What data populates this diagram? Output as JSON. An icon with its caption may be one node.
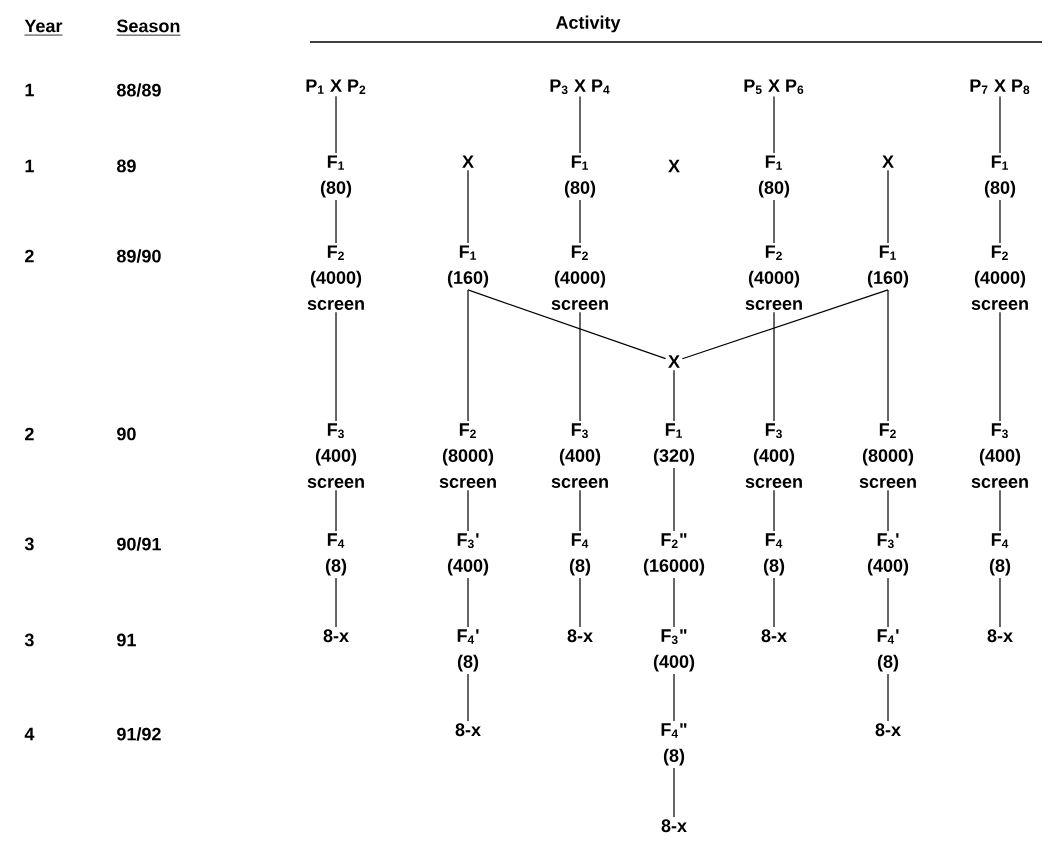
{
  "diagram": {
    "nodes": [
      {
        "text": [
          "P$_{1}$ X P$_{2}$"
        ]
      },
      {
        "text": [
          "P$_{3}$ X P$_{4}$"
        ]
      },
      {
        "text": [
          "P$_{5}$ X P$_{6}$"
        ]
      },
      {
        "text": [
          "P$_{7}$ X P$_{8}$"
        ]
      },
      {
        "text": [
          "F$_{1}$",
          "(80)"
        ]
      },
      {
        "text": [
          "X"
        ]
      },
      {
        "text": [
          "F$_{1}$",
          "(80)"
        ]
      },
      {
        "text": [
          "F$_{1}$",
          "(80)"
        ]
      },
      {
        "text": [
          "X"
        ]
      },
      {
        "text": [
          "F$_{1}$",
          "(80)"
        ]
      },
      {
        "text": [
          "F$_{2}$",
          "(4000)",
          "screen"
        ]
      },
      {
        "text": [
          "F$_{1}$",
          "(160)"
        ]
      },
      {
        "text": [
          "F$_{2}$",
          "(4000)",
          "screen"
        ]
      },
      {
        "text": [
          "F$_{2}$",
          "(4000)",
          "screen"
        ]
      },
      {
        "text": [
          "F$_{1}$",
          "(160)"
        ]
      },
      {
        "text": [
          "F$_{2}$",
          "(4000)",
          "screen"
        ]
      },
      {
        "text": [
          "X"
        ]
      },
      {
        "text": [
          "F$_{3}$",
          "(400)",
          "screen"
        ]
      },
      {
        "text": [
          "F$_{2}$",
          "(8000)",
          "screen"
        ]
      },
      {
        "text": [
          "F$_{3}$",
          "(400)",
          "screen"
        ]
      },
      {
        "text": [
          "F$_{1}$",
          "(320)"
        ]
      },
      {
        "text": [
          "F$_{3}$",
          "(400)",
          "screen"
        ]
      },
      {
        "text": [
          "F$_{2}$",
          "(8000)",
          "screen"
        ]
      },
      {
        "text": [
          "F$_{3}$",
          "(400)",
          "screen"
        ]
      },
      {
        "text": [
          "F$_{4}$",
          "(8)"
        ]
      },
      {
        "text": [
          "F$_{3}$'",
          "(400)"
        ]
      },
      {
        "text": [
          "F$_{4}$",
          "(8)"
        ]
      },
      {
        "text": [
          "F$_{2}$\"",
          "(16000)"
        ]
      },
      {
        "text": [
          "F$_{4}$",
          "(8)"
        ]
      },
      {
        "text": [
          "F$_{3}$'",
          "(400)"
        ]
      },
      {
        "text": [
          "F$_{4}$",
          "(8)"
        ]
      },
      {
        "text": [
          "8-x"
        ]
      },
      {
        "text": [
          "F$_{4}$'",
          "(8)"
        ]
      },
      {
        "text": [
          "8-x"
        ]
      },
      {
        "text": [
          "F$_{3}$\"",
          "(400)"
        ]
      },
      {
        "text": [
          "8-x"
        ]
      },
      {
        "text": [
          "F$_{4}$'",
          "(8)"
        ]
      },
      {
        "text": [
          "8-x"
        ]
      },
      {
        "text": [
          "8-x"
        ]
      },
      {
        "text": [
          "F$_{4}$\"",
          "(8)"
        ]
      },
      {
        "text": [
          "8-x"
        ]
      },
      {
        "text": [
          "8-x"
        ]
      }
    ],
    "edges": [
      {
        "from": 0,
        "to": 4,
        "arrow": "none"
      },
      {
        "from": 1,
        "to": 6,
        "arrow": "none"
      },
      {
        "from": 2,
        "to": 7,
        "arrow": "none"
      },
      {
        "from": 3,
        "to": 9,
        "arrow": "none"
      },
      {
        "from": 4,
        "to": 10,
        "arrow": "none"
      },
      {
        "from": 5,
        "to": 11,
        "arrow": "none"
      },
      {
        "from": 6,
        "to": 12,
        "arrow": "none"
      },
      {
        "from": 7,
        "to": 13,
        "arrow": "none"
      },
      {
        "from": 8,
        "to": 14,
        "arrow": "none"
      },
      {
        "from": 9,
        "to": 15,
        "arrow": "none"
      },
      {
        "from": 11,
        "to": 16,
        "arrow": "none"
      },
      {
        "from": 14,
        "to": 16,
        "arrow": "none"
      },
      {
        "from": 10,
        "to": 17,
        "arrow": "none"
      },
      {
        "from": 11,
        "to": 18,
        "arrow": "none"
      },
      {
        "from": 12,
        "to": 19,
        "arrow": "none"
      },
      {
        "from": 16,
        "to": 20,
        "arrow": "none"
      },
      {
        "from": 13,
        "to": 21,
        "arrow": "none"
      },
      {
        "from": 14,
        "to": 22,
        "arrow": "none"
      },
      {
        "from": 15,
        "to": 23,
        "arrow": "none"
      },
      {
        "from": 17,
        "to": 24,
        "arrow": "none"
      },
      {
        "from": 18,
        "to": 25,
        "arrow": "none"
      },
      {
        "from": 19,
        "to": 26,
        "arrow": "none"
      },
      {
        "from": 20,
        "to": 27,
        "arrow": "none"
      },
      {
        "from": 21,
        "to": 28,
        "arrow": "none"
      },
      {
        "from": 22,
        "to": 29,
        "arrow": "none"
      },
      {
        "from": 23,
        "to": 30,
        "arrow": "none"
      },
      {
        "from": 24,
        "to": 31,
        "arrow": "none"
      },
      {
        "from": 25,
        "to": 32,
        "arrow": "none"
      },
      {
        "from": 26,
        "to": 33,
        "arrow": "none"
      },
      {
        "from": 27,
        "to": 34,
        "arrow": "none"
      },
      {
        "from": 28,
        "to": 35,
        "arrow": "none"
      },
      {
        "from": 29,
        "to": 36,
        "arrow": "none"
      },
      {
        "from": 30,
        "to": 37,
        "arrow": "none"
      },
      {
        "from": 32,
        "to": 38,
        "arrow": "none"
      },
      {
        "from": 34,
        "to": 39,
        "arrow": "none"
      },
      {
        "from": 36,
        "to": 40,
        "arrow": "none"
      },
      {
        "from": 39,
        "to": 41,
        "arrow": "none"
      }
    ],
    "labels": [
      "Year",
      "Season",
      "Activity",
      "1",
      "88/89",
      "1",
      "89",
      "2",
      "89/90",
      "2",
      "90",
      "3",
      "90/91",
      "3",
      "91",
      "4",
      "91/92",
      "X"
    ]
  }
}
